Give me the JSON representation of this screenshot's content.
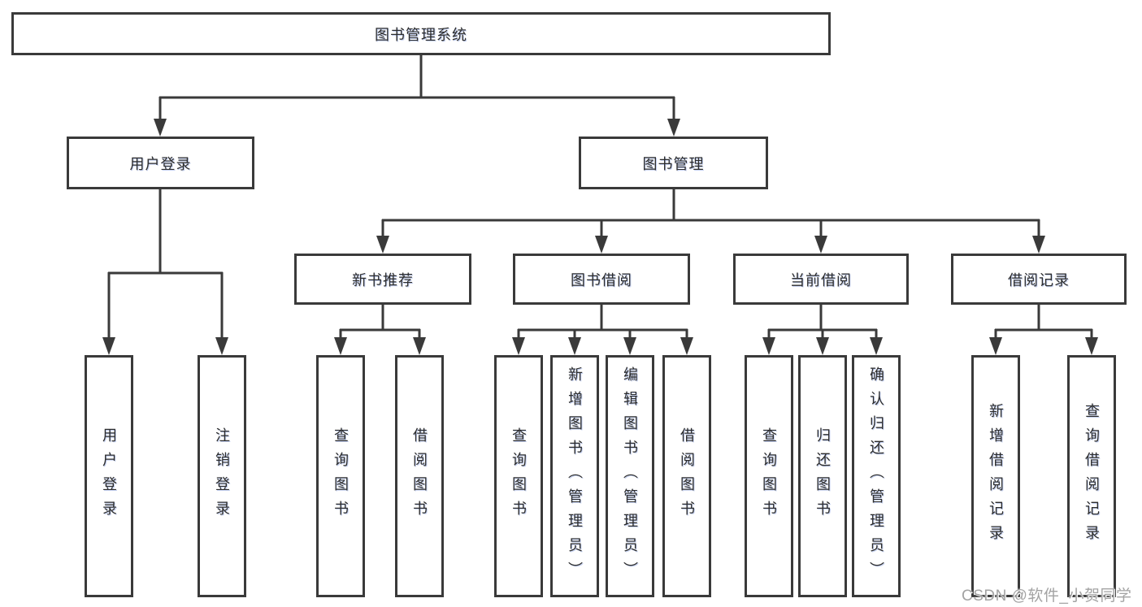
{
  "diagram": {
    "root": "图书管理系统",
    "level2": {
      "user_login": "用户登录",
      "book_mgmt": "图书管理"
    },
    "level3": {
      "new_book": "新书推荐",
      "borrow": "图书借阅",
      "current": "当前借阅",
      "records": "借阅记录"
    },
    "leaves": {
      "user_login": "用户登录",
      "logout": "注销登录",
      "nb_query": "查询图书",
      "nb_borrow": "借阅图书",
      "bw_query": "查询图书",
      "bw_add": "新增图书（管理员）",
      "bw_edit": "编辑图书（管理员）",
      "bw_borrow": "借阅图书",
      "cur_query": "查询图书",
      "cur_return": "归还图书",
      "cur_confirm": "确认归还（管理员）",
      "rec_add": "新增借阅记录",
      "rec_query": "查询借阅记录"
    }
  },
  "watermark": "CSDN @软件_小贺同学",
  "colors": {
    "line": "#3a3a3a",
    "text": "#2d2d2d",
    "watermark": "#a3a3a3",
    "background": "#ffffff"
  }
}
